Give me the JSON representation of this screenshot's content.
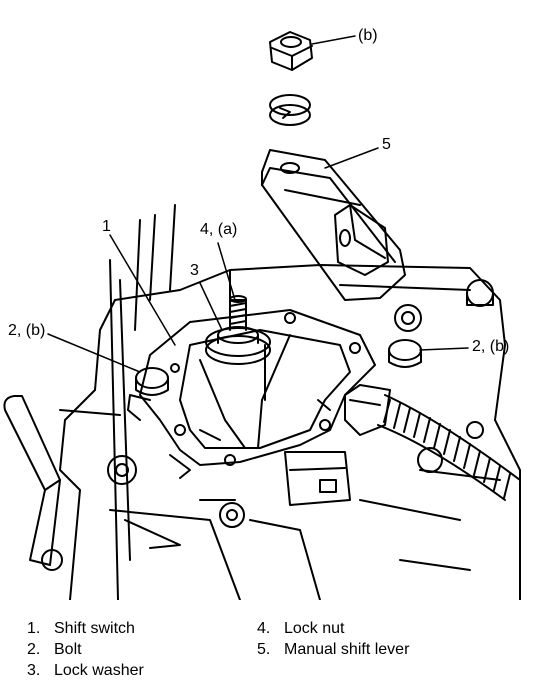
{
  "callouts": {
    "c1": "1",
    "c3": "3",
    "c4": "4, (a)",
    "c5": "5",
    "c_nut": "(b)",
    "c_bolt_left": "2, (b)",
    "c_bolt_right": "2, (b)"
  },
  "legend": [
    {
      "number": "1.",
      "text": "Shift switch"
    },
    {
      "number": "2.",
      "text": "Bolt"
    },
    {
      "number": "3.",
      "text": "Lock washer"
    },
    {
      "number": "4.",
      "text": "Lock nut"
    },
    {
      "number": "5.",
      "text": "Manual shift lever"
    }
  ],
  "colors": {
    "ink": "#000000",
    "paper": "#ffffff"
  }
}
